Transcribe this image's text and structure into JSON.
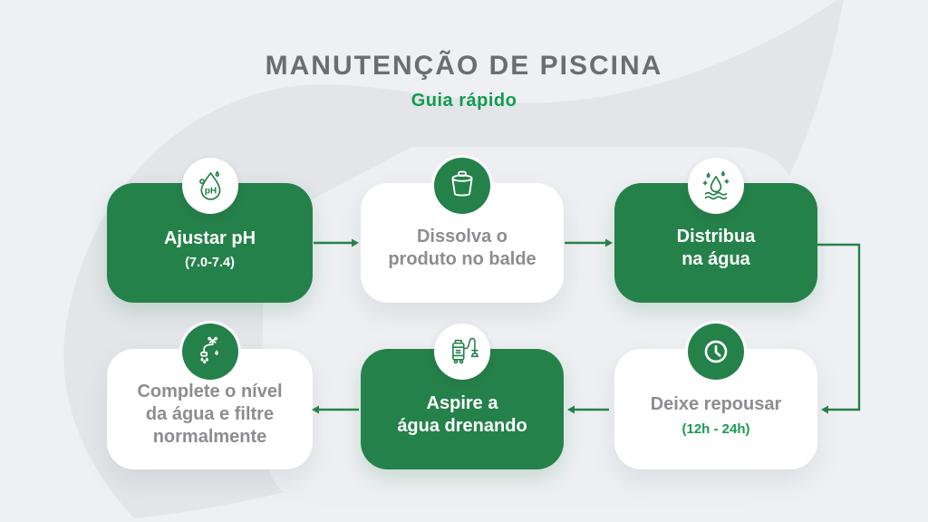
{
  "header": {
    "title": "MANUTENÇÃO DE PISCINA",
    "subtitle": "Guia rápido"
  },
  "steps": [
    {
      "icon": "ph-droplet-icon",
      "variant": "green",
      "lines": [
        "Ajustar pH"
      ],
      "note": "(7.0-7.4)"
    },
    {
      "icon": "bucket-icon",
      "variant": "white",
      "lines": [
        "Dissolva o",
        "produto no balde"
      ]
    },
    {
      "icon": "water-drops-waves-icon",
      "variant": "green",
      "lines": [
        "Distribua",
        "na água"
      ]
    },
    {
      "icon": "clock-icon",
      "variant": "white",
      "lines": [
        "Deixe repousar"
      ],
      "note": "(12h - 24h)"
    },
    {
      "icon": "pool-vacuum-icon",
      "variant": "green",
      "lines": [
        "Aspire a",
        "água drenando"
      ]
    },
    {
      "icon": "faucet-icon",
      "variant": "white",
      "lines": [
        "Complete o nível",
        "da água e filtre",
        "normalmente"
      ]
    }
  ],
  "icon_text": {
    "ph": "pH"
  },
  "colors": {
    "background": "#eef0f4",
    "leaf_watermark": "#e3e5e9",
    "logo_watermark": "#edeff2",
    "green": "#25814a",
    "bright_green": "#129b50",
    "title_gray": "#6b6d70",
    "text_gray": "#8b8d90",
    "card_white": "#ffffff"
  }
}
